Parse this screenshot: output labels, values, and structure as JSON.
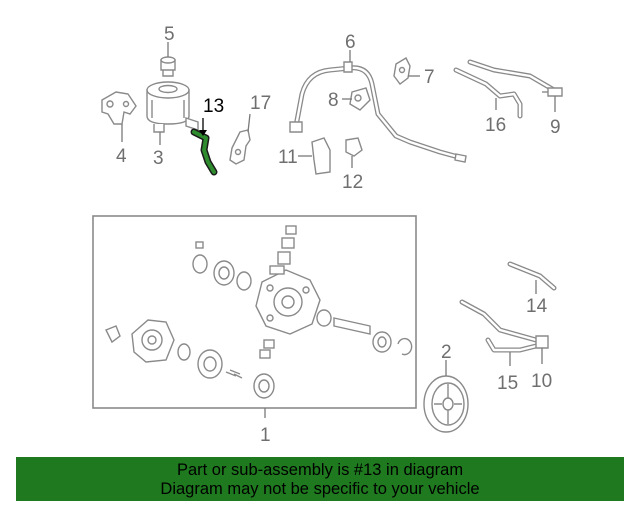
{
  "diagram": {
    "highlight_color": "#2e8b2e",
    "callouts": {
      "c1": "1",
      "c2": "2",
      "c3": "3",
      "c4": "4",
      "c5": "5",
      "c6": "6",
      "c7": "7",
      "c8": "8",
      "c9": "9",
      "c10": "10",
      "c11": "11",
      "c12": "12",
      "c13": "13",
      "c14": "14",
      "c15": "15",
      "c16": "16",
      "c17": "17"
    }
  },
  "banner": {
    "line1": "Part or sub-assembly is #13 in diagram",
    "line2": "Diagram may not be specific to your vehicle",
    "background": "#1f7a1f"
  }
}
